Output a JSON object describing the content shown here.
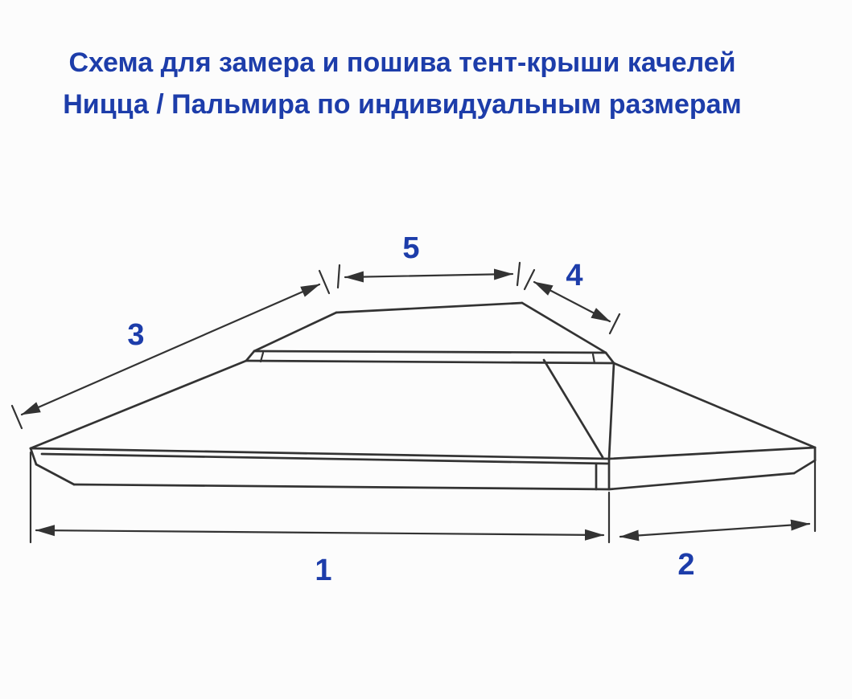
{
  "title": {
    "line1": "Схема для замера и пошива тент-крыши качелей",
    "line2": "Ницца / Пальмира по индивидуальным размерам"
  },
  "diagram": {
    "dimension_labels": [
      {
        "id": "dim-1",
        "text": "1"
      },
      {
        "id": "dim-2",
        "text": "2"
      },
      {
        "id": "dim-3",
        "text": "3"
      },
      {
        "id": "dim-4",
        "text": "4"
      },
      {
        "id": "dim-5",
        "text": "5"
      }
    ]
  },
  "colors": {
    "title_text": "#1d3daa",
    "dimension_label": "#1d3daa",
    "line": "#333333",
    "background": "#fcfcfc"
  }
}
